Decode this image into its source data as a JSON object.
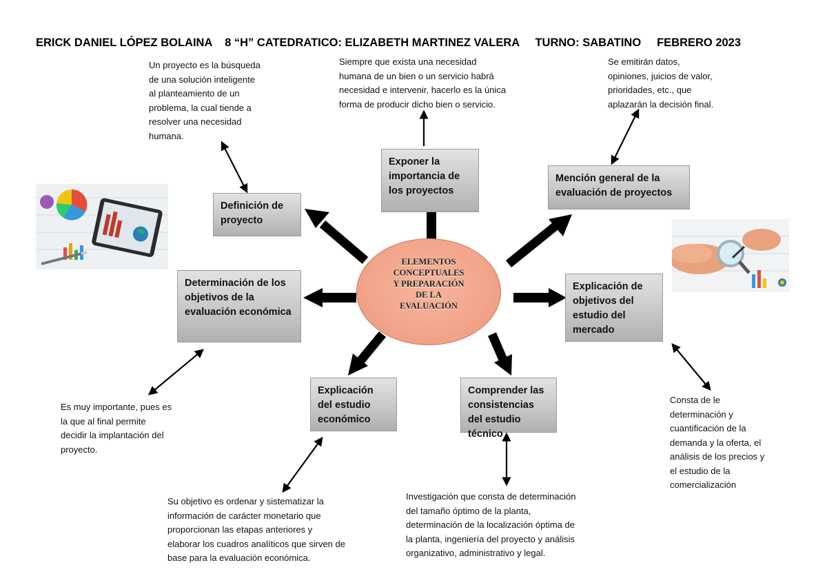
{
  "header": {
    "text": "ERICK DANIEL LÓPEZ BOLAINA    8 “H” CATEDRATICO: ELIZABETH MARTINEZ VALERA     TURNO: SABATINO     FEBRERO 2023"
  },
  "center": {
    "lines": [
      "ELEMENTOS",
      "CONCEPTUALES",
      "Y PREPARACIÓN",
      "DE LA",
      "EVALUACIÓN"
    ]
  },
  "boxes": {
    "definicion": "Definición de proyecto",
    "exponer": "Exponer la importancia de los proyectos",
    "mencion": "Mención general de la evaluación de proyectos",
    "determinacion": "Determinación de los objetivos de la evaluación económica",
    "explicacion_mercado": "Explicación de objetivos del estudio del mercado",
    "explicacion_economico": "Explicación del estudio económico",
    "comprender": "Comprender las consistencias del estudio técnico"
  },
  "notes": {
    "definicion": [
      "Un proyecto es la búsqueda",
      "de una solución inteligente",
      "al planteamiento de un",
      "problema, la cual tiende a",
      "resolver una necesidad",
      "humana."
    ],
    "exponer": [
      "Siempre que exista una necesidad",
      "humana de un bien o un servicio habrá",
      "necesidad e intervenir, hacerlo es la única",
      "forma de producir dicho bien o servicio."
    ],
    "mencion": [
      "Se emitirán datos,",
      "opiniones, juicios de valor,",
      "prioridades, etc., que",
      "aplazarán la decisión final."
    ],
    "determinacion": [
      "Es muy importante, pues es",
      "la que al final permite",
      "decidir la implantación del",
      "proyecto."
    ],
    "explicacion_economico": [
      "Su objetivo es ordenar y sistematizar la",
      "información de carácter monetario que",
      "proporcionan las etapas anteriores y",
      "elaborar los cuadros analíticos que sirven de",
      "base para la evaluación económica."
    ],
    "comprender": [
      "Investigación que consta de determinación",
      "del tamaño óptimo de la planta,",
      "determinación de la localización óptima de",
      "la planta, ingeniería del proyecto y análisis",
      "organizativo, administrativo y legal."
    ],
    "explicacion_mercado": [
      "Consta de le",
      "determinación y",
      "cuantificación de la",
      "demanda y la oferta, el",
      "análisis de los precios y",
      "el estudio de la",
      "comercialización"
    ]
  },
  "colors": {
    "box_fill": "#c8c8c8",
    "center_fill": "#f2a58a",
    "arrow": "#000000"
  }
}
